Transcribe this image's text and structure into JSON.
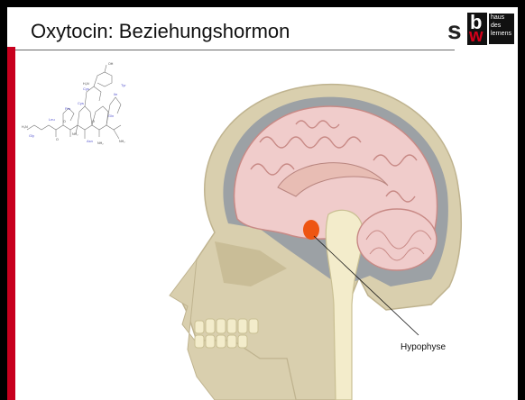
{
  "slide": {
    "title": "Oxytocin: Beziehungshormon",
    "label": "Hypophyse"
  },
  "logo": {
    "letters": [
      "s",
      "b",
      "w"
    ],
    "words": [
      "haus",
      "des",
      "lernens"
    ]
  },
  "icons": [
    "oxytocin-molecule",
    "brain-skull-illustration"
  ],
  "colors": {
    "accent": "#c8001e",
    "hypophyse": "#ee5512",
    "brain": "#f0cccb",
    "skull": "#d9cfae"
  }
}
